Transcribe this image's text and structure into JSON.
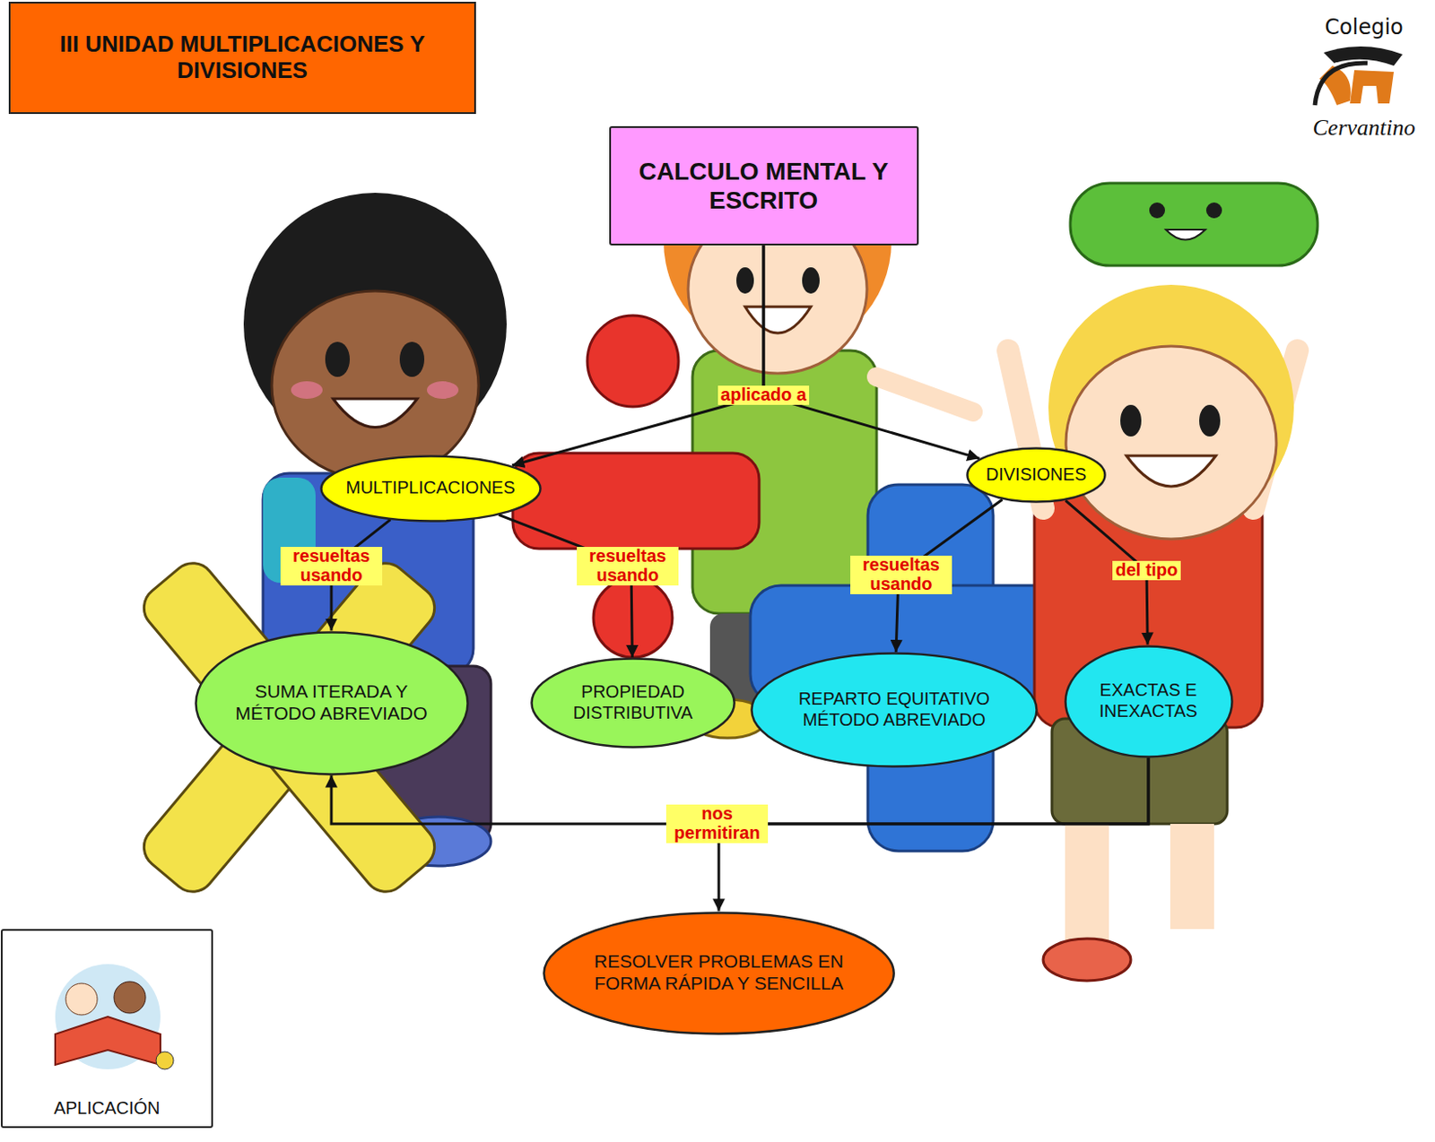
{
  "diagram": {
    "title": "III UNIDAD MULTIPLICACIONES Y DIVISIONES",
    "nodes": [
      {
        "text": [
          "CALCULO MENTAL Y ESCRITO"
        ]
      },
      {
        "text": [
          "MULTIPLICACIONES"
        ]
      },
      {
        "text": [
          "DIVISIONES"
        ]
      },
      {
        "text": [
          "SUMA ITERADA Y MÉTODO ABREVIADO"
        ]
      },
      {
        "text": [
          "PROPIEDAD DISTRIBUTIVA"
        ]
      },
      {
        "text": [
          "REPARTO EQUITATIVO MÉTODO ABREVIADO"
        ]
      },
      {
        "text": [
          "EXACTAS E INEXACTAS"
        ]
      },
      {
        "text": [
          "RESOLVER PROBLEMAS EN FORMA RÁPIDA Y SENCILLA"
        ]
      },
      {
        "text": [
          "APLICACIÓN"
        ]
      }
    ],
    "edges": [
      {
        "from": 0,
        "to": 1,
        "label": "aplicado a",
        "arrow": "to"
      },
      {
        "from": 0,
        "to": 2,
        "arrow": "to"
      },
      {
        "from": 1,
        "to": 3,
        "label": "resueltas usando",
        "arrow": "to"
      },
      {
        "from": 1,
        "to": 4,
        "label": "resueltas usando",
        "arrow": "to"
      },
      {
        "from": 2,
        "to": 5,
        "label": "resueltas usando",
        "arrow": "to"
      },
      {
        "from": 2,
        "to": 6,
        "label": "del tipo",
        "arrow": "to"
      },
      {
        "from": 6,
        "to": 3,
        "label": "nos permitiran",
        "arrow": "to"
      },
      {
        "from": 6,
        "to": 7,
        "arrow": "to"
      }
    ],
    "labels": [
      "Colegio",
      "Cervantino"
    ]
  }
}
